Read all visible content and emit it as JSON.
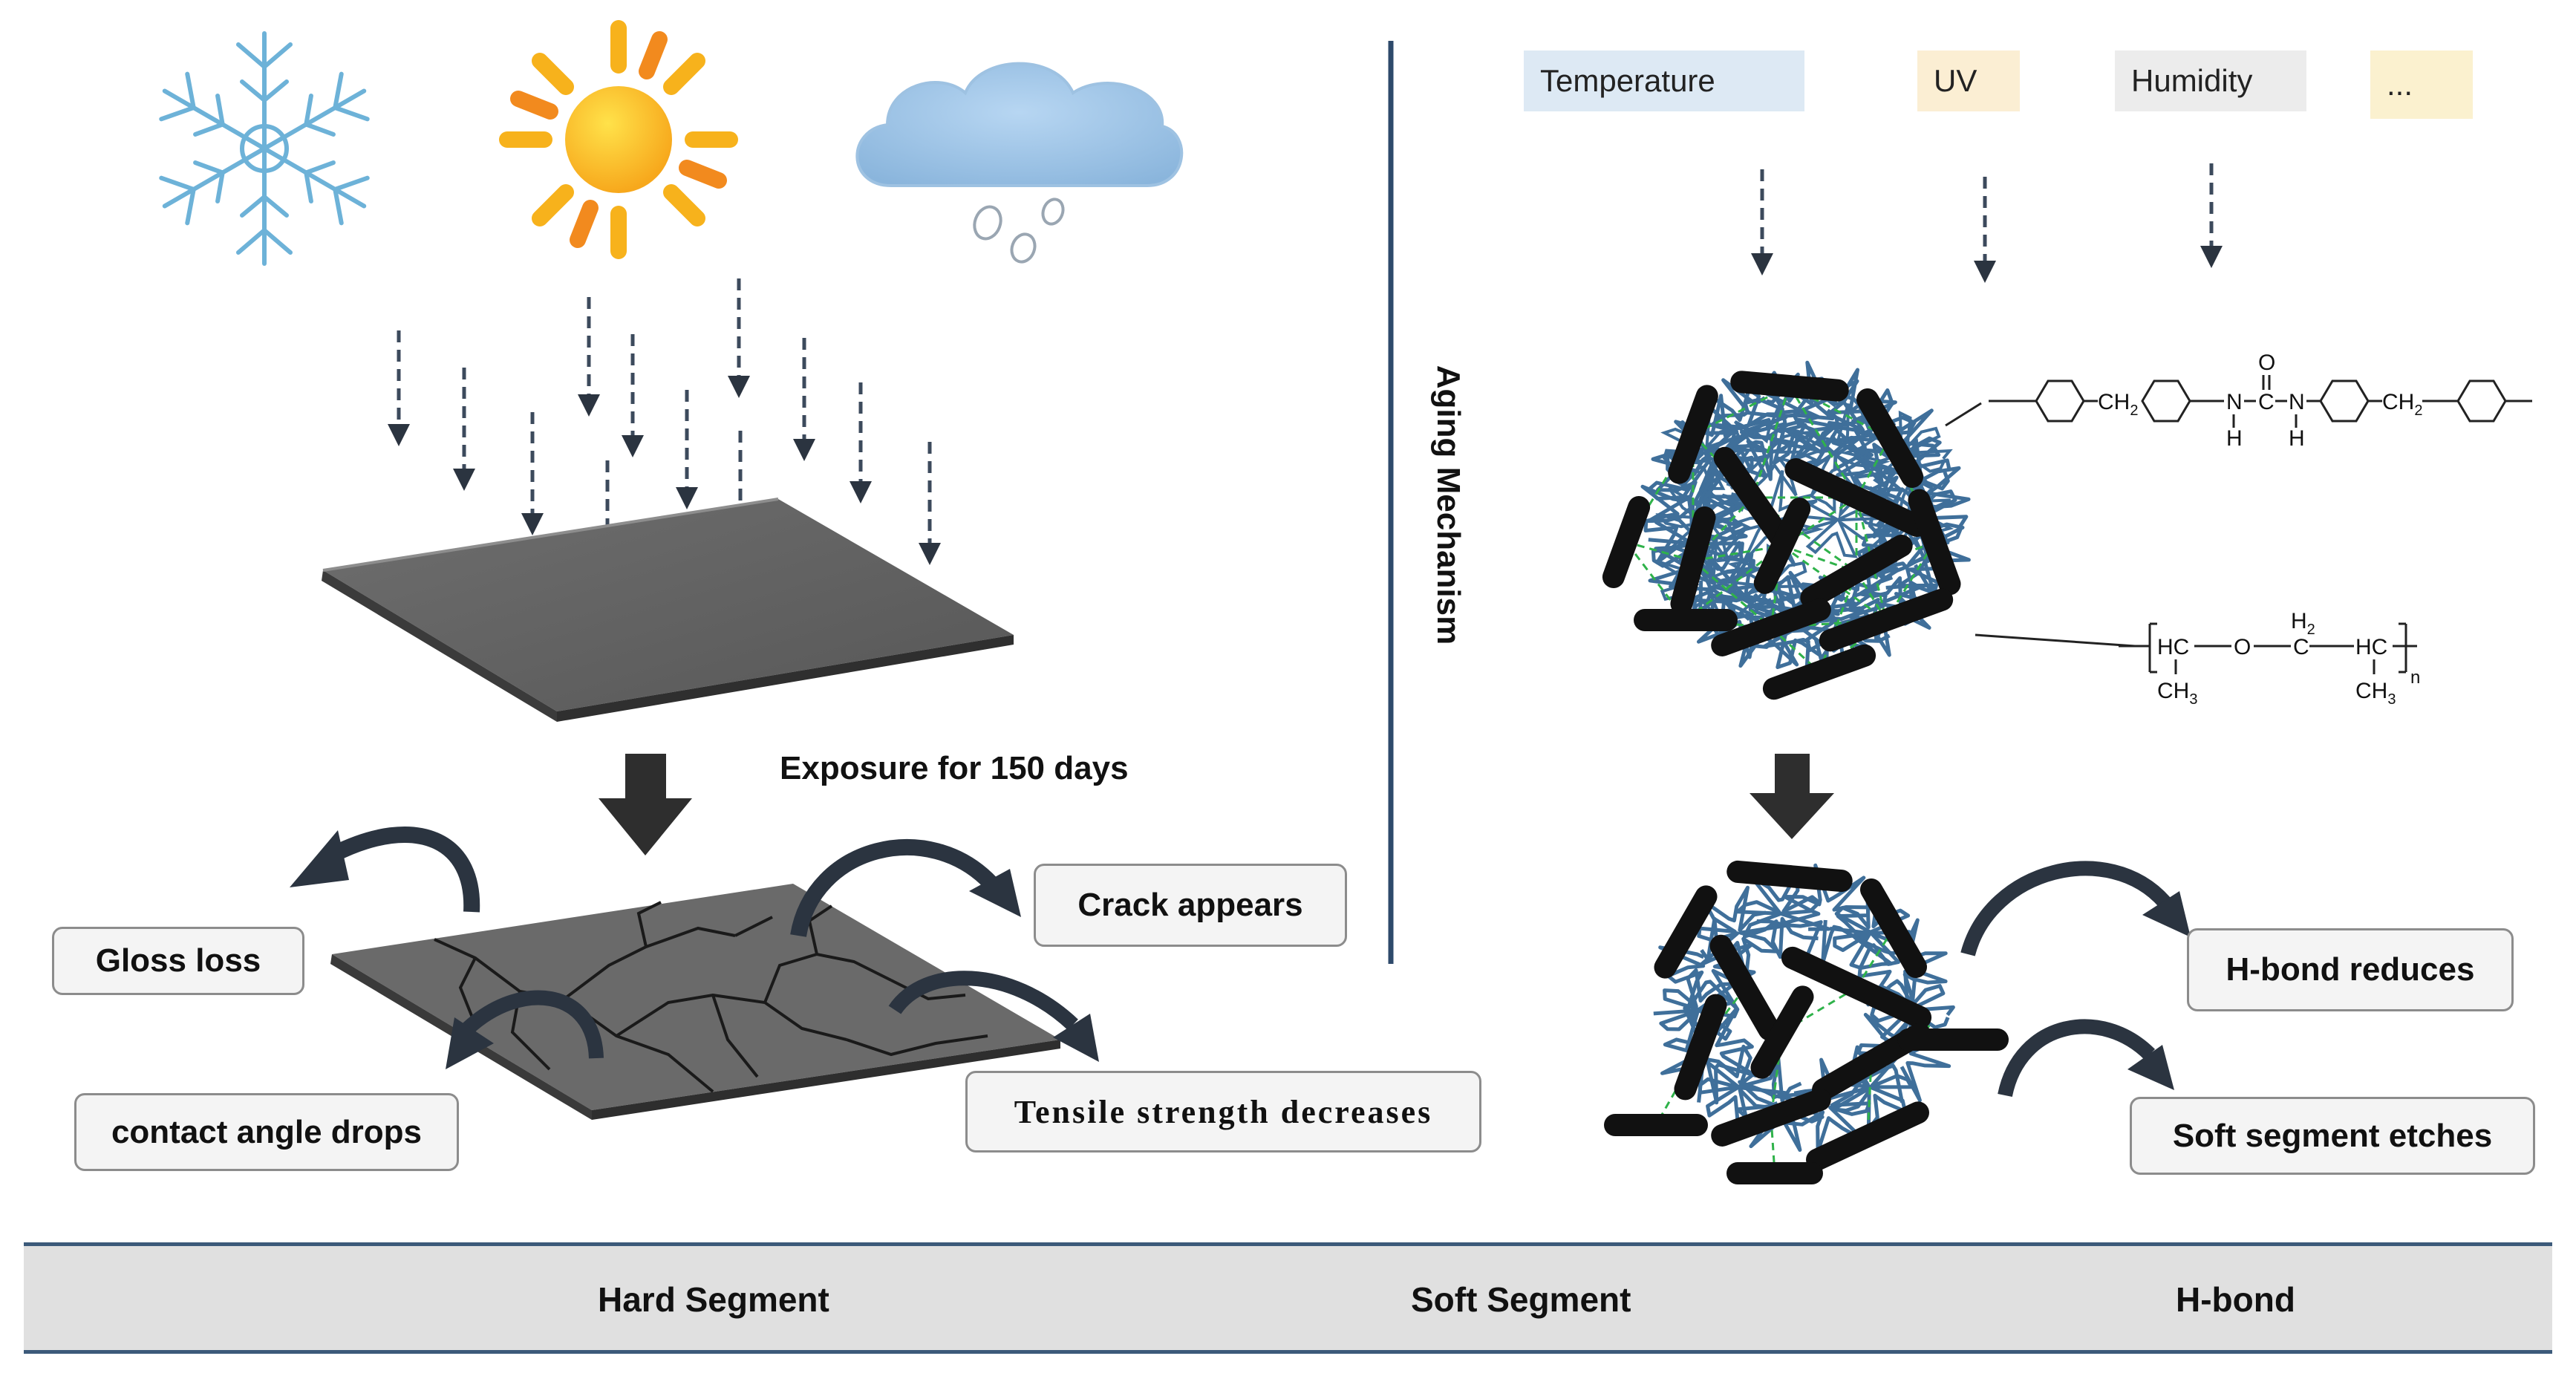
{
  "left_panel": {
    "exposure_label": "Exposure for 150 days",
    "callouts": {
      "gloss_loss": "Gloss loss",
      "crack_appears": "Crack appears",
      "contact_angle": "contact angle drops",
      "tensile_strength": "Tensile  strength  decreases"
    }
  },
  "divider_label": "Aging Mechanism",
  "right_panel": {
    "factors": [
      "Temperature",
      "UV",
      "Humidity",
      "..."
    ],
    "factor_colors": [
      "#dde9f4",
      "#fbeed3",
      "#ececec",
      "#fbf1cf"
    ],
    "callouts": {
      "hbond_reduces": "H-bond reduces",
      "soft_etches": "Soft segment etches"
    },
    "hard_formula": {
      "ch2_left": "CH",
      "ch2_right": "CH",
      "sub2": "2",
      "n_left": "N",
      "c": "C",
      "o": "O",
      "n_right": "N",
      "h_left": "H",
      "h_right": "H"
    },
    "soft_formula": {
      "hc_left": "HC",
      "o": "O",
      "c": "C",
      "h2": "H",
      "h2_sub": "2",
      "hc_right": "HC",
      "ch3_left": "CH",
      "ch3_right": "CH",
      "ch3_sub": "3",
      "n": "n"
    }
  },
  "legend": {
    "hard": "Hard Segment",
    "soft": "Soft Segment",
    "hbond": "H-bond"
  },
  "colors": {
    "hard_segment": "#111111",
    "soft_segment": "#3f6f9a",
    "hbond": "#2fb24a",
    "arrow": "#333c48",
    "divider": "#2e4a6b"
  }
}
